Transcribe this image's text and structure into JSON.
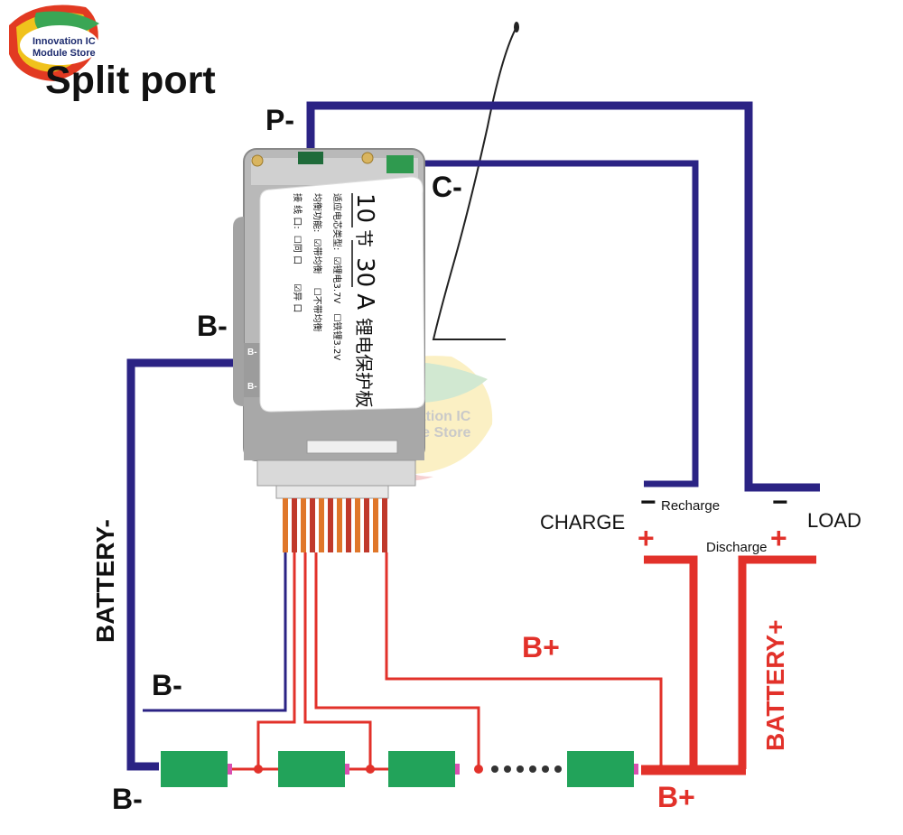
{
  "title": "Split port",
  "logo": {
    "text_line1": "Innovation IC",
    "text_line2": "Module Store"
  },
  "watermark": {
    "line1": "Innovation IC",
    "line2": "Module Store"
  },
  "terminals": {
    "p_minus": "P-",
    "c_minus": "C-",
    "b_minus_board": "B-",
    "b_minus_wire": "B-",
    "b_minus_bottom": "B-",
    "b_plus_wire": "B+",
    "b_plus_bottom": "B+"
  },
  "battery_labels": {
    "negative": "BATTERY-",
    "positive": "BATTERY+"
  },
  "ports": {
    "charge": "CHARGE",
    "load": "LOAD",
    "recharge": "Recharge",
    "discharge": "Discharge",
    "minus_sign": "−",
    "plus_sign": "+"
  },
  "board_label": {
    "cells": "10",
    "cells_unit": "节",
    "current": "30",
    "current_unit": "A",
    "product": "锂电保护板",
    "row1_label": "适应电芯类型:",
    "row1_opt1": "锂电3.7V",
    "row1_opt2": "铁锂3.2V",
    "row2_label": "均衡功能:",
    "row2_opt1": "带均衡",
    "row2_opt2": "不带均衡",
    "row3_label": "接    线    口:",
    "row3_opt1": "同 口",
    "row3_opt2": "异 口"
  },
  "pad_labels": {
    "b1": "B-",
    "b2": "B-"
  },
  "colors": {
    "negative_wire": "#2b2384",
    "positive_wire": "#e2312a",
    "cell": "#22a35a",
    "cell_terminal": "#d94fb0",
    "board": "#b9b9b9"
  }
}
